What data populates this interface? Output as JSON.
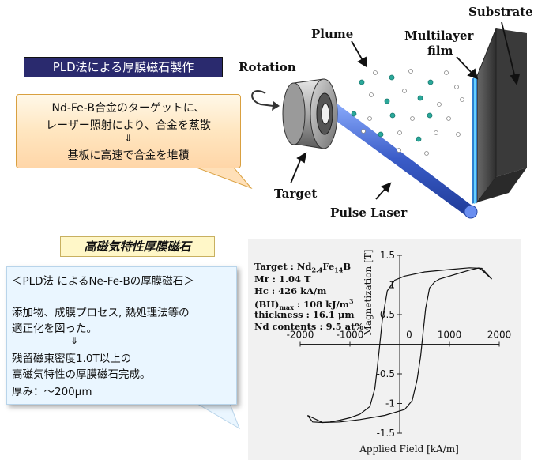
{
  "labels": {
    "substrate": "Substrate",
    "plume": "Plume",
    "multilayer_line1": "Multilayer",
    "multilayer_line2": "film",
    "rotation": "Rotation",
    "target": "Target",
    "pulse_laser": "Pulse Laser"
  },
  "title1": "PLD法による厚膜磁石製作",
  "callout1": {
    "line1": "Nd-Fe-B合金のターゲットに、",
    "line2": "レーザー照射により、合金を蒸散",
    "arrow": "⇓",
    "line3": "基板に高速で合金を堆積"
  },
  "title2": "高磁気特性厚膜磁石",
  "callout2": {
    "line1": "＜PLD法 によるNe-Fe-Bの厚膜磁石＞",
    "line2": "添加物、成膜プロセス, 熱処理法等の",
    "line3": "適正化を図った。",
    "arrow": "⇓",
    "line4": "残留磁束密度1.0T以上の",
    "line5": "高磁気特性の厚膜磁石完成。",
    "line6": "厚み：～200μm"
  },
  "annotations": {
    "target_prefix": "Target : Nd",
    "target_sub1": "2.4",
    "target_fe": "Fe",
    "target_sub2": "14",
    "target_b": "B",
    "mr": "Mr : 1.04 T",
    "hc": "Hc : 426 kA/m",
    "bh_prefix": "(BH)",
    "bh_sub": "max",
    "bh_value": " : 108 kJ/m",
    "bh_sup": "3",
    "thickness": "thickness : 16.1 μm",
    "nd": "Nd contents : 9.5 at%"
  },
  "colors": {
    "title1_bg": "#2a2a6e",
    "laser": "#3a5cc8",
    "particle": "#2aa89a",
    "substrate": "#4a4a4a",
    "film": "#2e7fd0"
  },
  "chart_data": {
    "type": "line",
    "xlabel": "Applied Field [kA/m]",
    "ylabel": "Magnetization [T]",
    "xlim": [
      -2000,
      2000
    ],
    "ylim": [
      -1.5,
      1.5
    ],
    "xticks": [
      -2000,
      -1000,
      0,
      1000,
      2000
    ],
    "yticks": [
      1.5,
      1,
      0.5,
      -0.5,
      -1,
      -1.5
    ],
    "ytick_labels": [
      "1.5",
      "1",
      "0.5",
      "-0.5",
      "-1",
      "-1.5"
    ],
    "xtick_labels": [
      "-2000",
      "-1000",
      "0",
      "1000",
      "2000"
    ],
    "grid": false,
    "series": [
      {
        "values_x": [
          1850,
          1650,
          1400,
          1000,
          500,
          100,
          -100,
          -250,
          -350,
          -400,
          -450,
          -500,
          -600,
          -800,
          -1000,
          -1200,
          -1400,
          -1550,
          -1750,
          -1850
        ],
        "values_y": [
          1.1,
          1.28,
          1.29,
          1.26,
          1.22,
          1.15,
          1.08,
          0.9,
          0.4,
          0.0,
          -0.4,
          -0.75,
          -1.05,
          -1.18,
          -1.24,
          -1.28,
          -1.31,
          -1.32,
          -1.31,
          -1.2
        ]
      },
      {
        "values_x": [
          -1850,
          -1550,
          -1200,
          -800,
          -300,
          100,
          250,
          350,
          420,
          470,
          520,
          600,
          700,
          800,
          1000,
          1200,
          1400,
          1600,
          1850
        ],
        "values_y": [
          -1.2,
          -1.32,
          -1.31,
          -1.27,
          -1.2,
          -1.1,
          -0.95,
          -0.6,
          -0.2,
          0.2,
          0.6,
          0.95,
          1.05,
          1.1,
          1.15,
          1.2,
          1.25,
          1.29,
          1.1
        ]
      }
    ]
  }
}
